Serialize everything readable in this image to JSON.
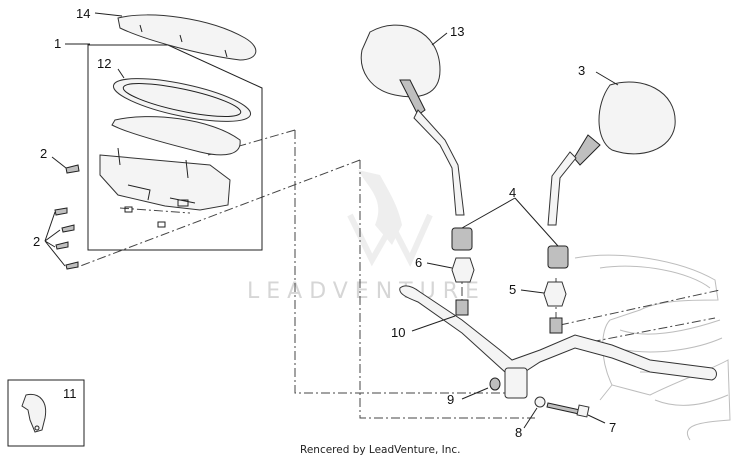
{
  "diagram": {
    "callouts": [
      {
        "id": "14",
        "label": "14"
      },
      {
        "id": "1",
        "label": "1"
      },
      {
        "id": "12",
        "label": "12"
      },
      {
        "id": "2a",
        "label": "2"
      },
      {
        "id": "2b",
        "label": "2"
      },
      {
        "id": "13",
        "label": "13"
      },
      {
        "id": "3",
        "label": "3"
      },
      {
        "id": "4",
        "label": "4"
      },
      {
        "id": "6",
        "label": "6"
      },
      {
        "id": "5",
        "label": "5"
      },
      {
        "id": "10",
        "label": "10"
      },
      {
        "id": "11",
        "label": "11"
      },
      {
        "id": "9",
        "label": "9"
      },
      {
        "id": "8",
        "label": "8"
      },
      {
        "id": "7",
        "label": "7"
      }
    ],
    "watermark": "LEADVENTURE",
    "credit": "Rencered by LeadVenture, Inc."
  }
}
